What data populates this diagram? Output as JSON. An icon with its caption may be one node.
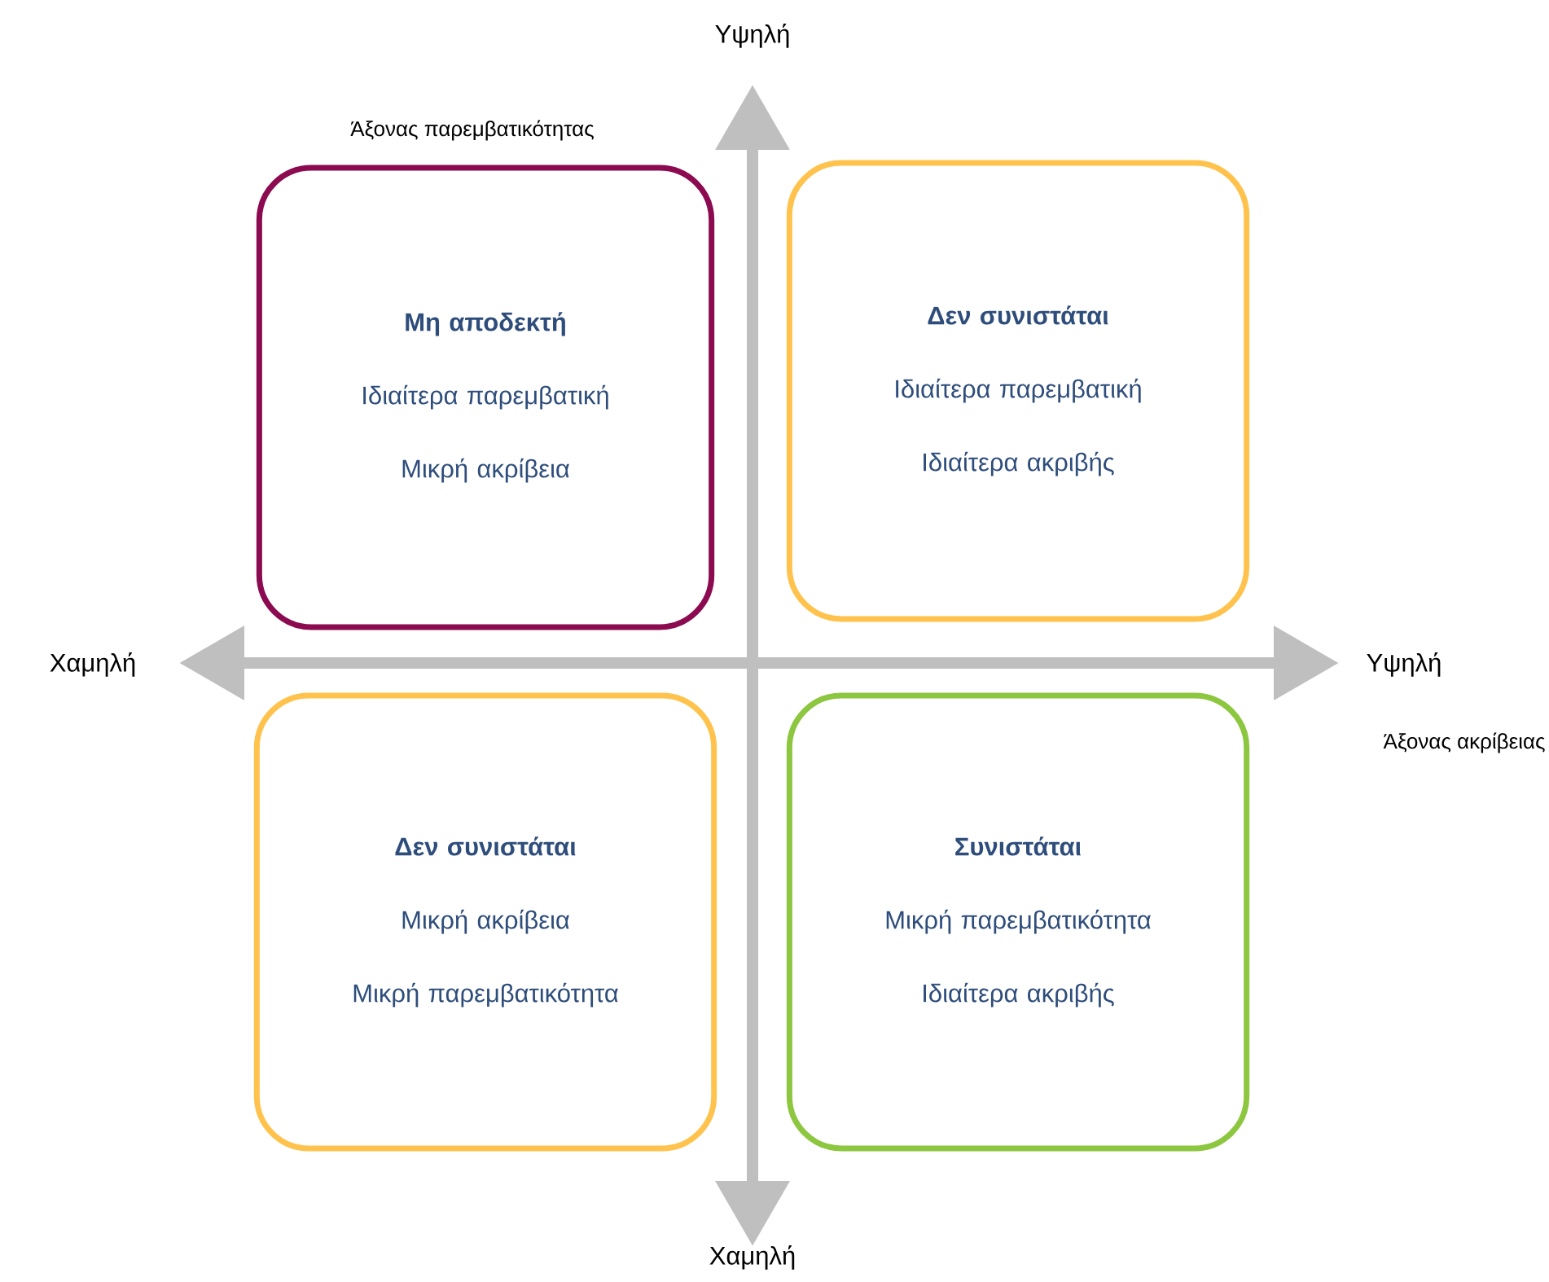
{
  "diagram": {
    "nodes": [
      {
        "text": [
          "Μη αποδεκτή",
          "Ιδιαίτερα παρεμβατική",
          "Μικρή ακρίβεια"
        ]
      },
      {
        "text": [
          "Δεν συνιστάται",
          "Ιδιαίτερα παρεμβατική",
          "Ιδιαίτερα ακριβής"
        ]
      },
      {
        "text": [
          "Δεν συνιστάται",
          "Μικρή ακρίβεια",
          "Μικρή παρεμβατικότητα"
        ]
      },
      {
        "text": [
          "Συνιστάται",
          "Μικρή παρεμβατικότητα",
          "Ιδιαίτερα ακριβής"
        ]
      }
    ],
    "edges": [],
    "labels": [
      "Υψηλή",
      "Άξονας παρεμβατικότητας",
      "Χαμηλή",
      "Υψηλή",
      "Άξονας ακρίβειας",
      "Χαμηλή"
    ]
  }
}
